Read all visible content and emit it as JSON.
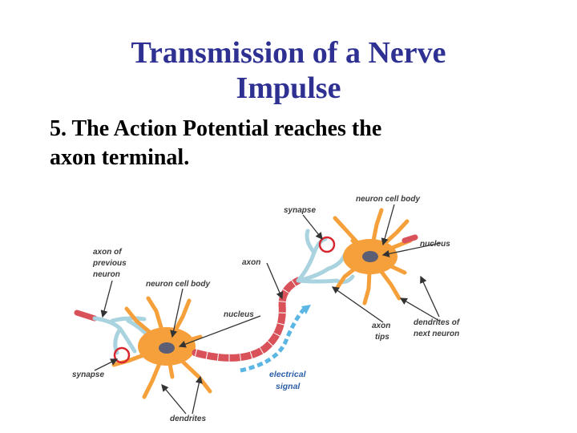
{
  "slide": {
    "title_line1": "Transmission of a Nerve",
    "title_line2": "Impulse",
    "body_line1": "5. The Action Potential reaches the",
    "body_line2": "axon terminal."
  },
  "diagram": {
    "labels": {
      "neuron_cell_body_top": "neuron cell body",
      "synapse_top": "synapse",
      "nucleus_right": "nucleus",
      "axon": "axon",
      "axon_of_previous_neuron_l1": "axon of",
      "axon_of_previous_neuron_l2": "previous",
      "axon_of_previous_neuron_l3": "neuron",
      "neuron_cell_body_left": "neuron cell body",
      "nucleus_left": "nucleus",
      "axon_tips_l1": "axon",
      "axon_tips_l2": "tips",
      "dendrites_next_l1": "dendrites of",
      "dendrites_next_l2": "next neuron",
      "synapse_bottom": "synapse",
      "electrical_signal_l1": "electrical",
      "electrical_signal_l2": "signal",
      "dendrites_bottom": "dendrites"
    },
    "colors": {
      "title": "#2e3192",
      "cell_body": "#f6a03c",
      "nucleus": "#5b5e74",
      "axon": "#d9525a",
      "dendrite_terminals": "#a9d3df",
      "signal": "#5bb6e3",
      "synapse_circle": "#d8262e"
    }
  }
}
